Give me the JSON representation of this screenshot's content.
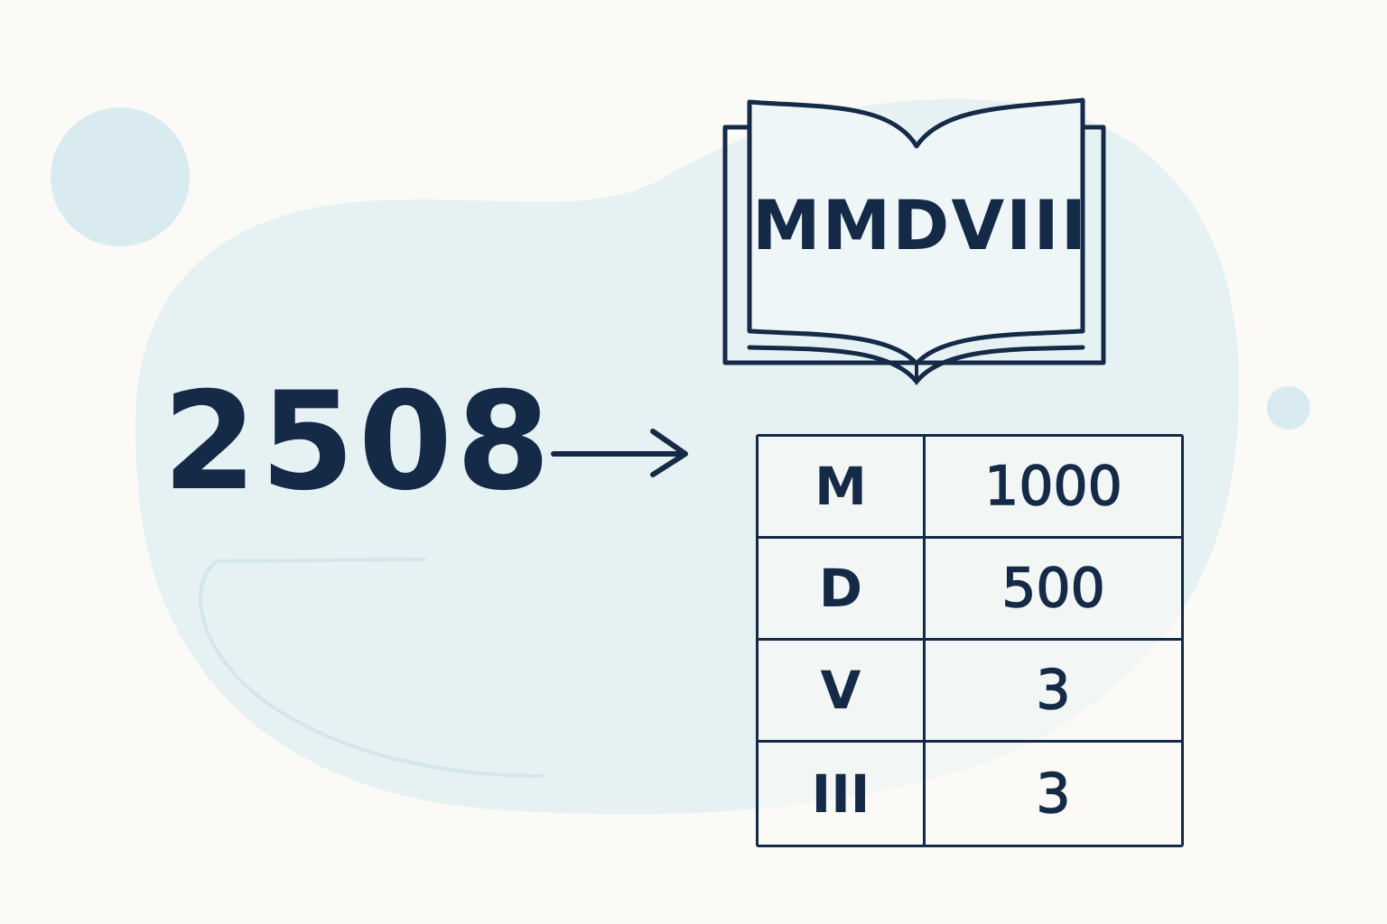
{
  "number": "2508",
  "roman": "MMDVIII",
  "table": [
    {
      "symbol": "M",
      "value": "1000"
    },
    {
      "symbol": "D",
      "value": "500"
    },
    {
      "symbol": "V",
      "value": "3"
    },
    {
      "symbol": "III",
      "value": "3"
    }
  ],
  "colors": {
    "ink": "#142a47",
    "background": "#fbfaf6",
    "blob": "#e6f1f4",
    "dot": "#d9ebf0"
  },
  "icons": {
    "arrow": "arrow-right-icon",
    "book": "open-book-icon"
  }
}
